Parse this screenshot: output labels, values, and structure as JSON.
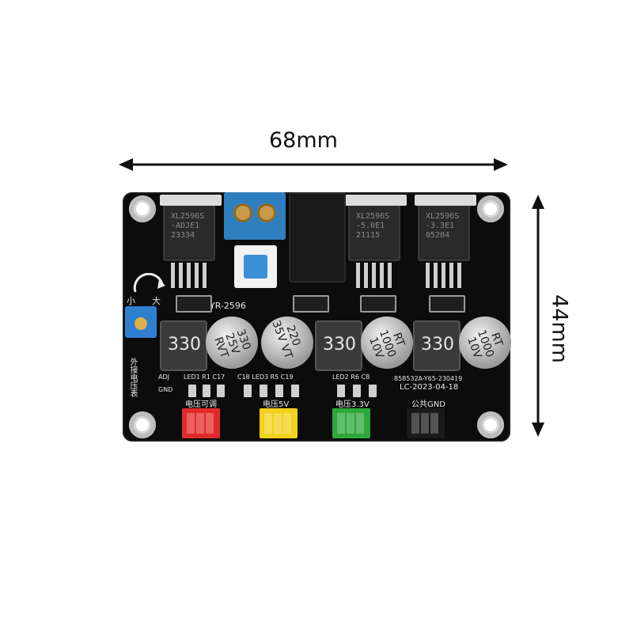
{
  "dimensions": {
    "width": "68mm",
    "height": "44mm"
  },
  "pcb": {
    "model": "YR-2596",
    "regulators": [
      {
        "line1": "XL2596S",
        "line2": "-ADJE1",
        "line3": "23334"
      },
      {
        "line1": "XL2596S",
        "line2": "-5.0E1",
        "line3": "21115"
      },
      {
        "line1": "XL2596S",
        "line2": "-3.3E1",
        "line3": "05204"
      }
    ],
    "pot": {
      "small": "小",
      "large": "大"
    },
    "inductor_label": "330",
    "caps": [
      {
        "text": "330 25V RVT"
      },
      {
        "text": "220 35V VT"
      },
      {
        "text": "RT 1000 10V"
      },
      {
        "text": "RT 1000 10V"
      }
    ],
    "labels": {
      "external_meter": "外接电压表",
      "adj": "ADJ",
      "gnd": "GND",
      "led_row1": "LED1 R1 C17",
      "led_row2": "C18 LED3 R5 C19",
      "led_row3": "LED2 R6 C8",
      "batch": "858532A-Y65-230419",
      "date": "LC-2023-04-18",
      "out_adj": "电压可调",
      "out_5v": "电压5V",
      "out_33v": "电压3.3V",
      "out_gnd": "公共GND"
    },
    "header_colors": [
      "#e12b2b",
      "#f2d21b",
      "#2ea83b",
      "#1a1a1a"
    ]
  }
}
